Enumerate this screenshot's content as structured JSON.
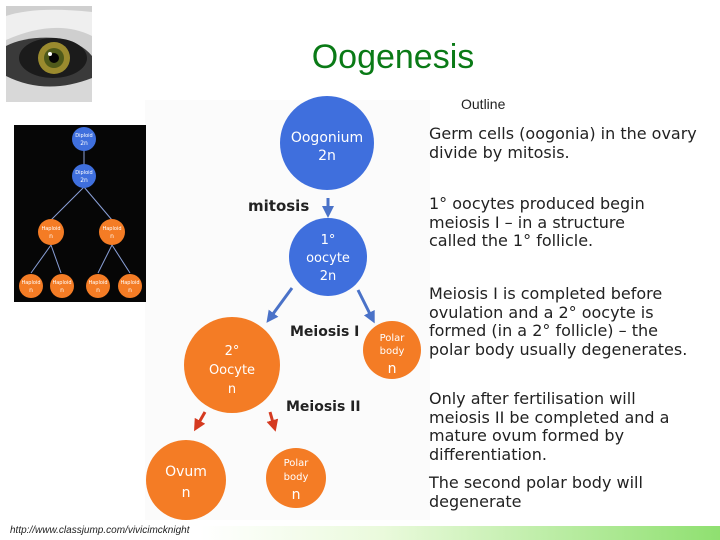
{
  "slide": {
    "title": "Oogenesis",
    "outline_label": "Outline",
    "footer_url": "http://www.classjump.com/vivicimcknight"
  },
  "small_tree": {
    "nodes": [
      {
        "label": "Diploid",
        "ploidy": "2n"
      },
      {
        "label": "Diploid",
        "ploidy": "2n"
      },
      {
        "label": "Haploid",
        "ploidy": "n"
      },
      {
        "label": "Haploid",
        "ploidy": "n"
      },
      {
        "label": "Haploid",
        "ploidy": "n"
      },
      {
        "label": "Haploid",
        "ploidy": "n"
      },
      {
        "label": "Haploid",
        "ploidy": "n"
      },
      {
        "label": "Haploid",
        "ploidy": "n"
      }
    ]
  },
  "diagram": {
    "oogonium": {
      "line1": "Oogonium",
      "line2": "2n"
    },
    "mitosis": "mitosis",
    "primary_oocyte": {
      "line1": "1°",
      "line2": "oocyte",
      "line3": "2n"
    },
    "meiosis1": "Meiosis I",
    "secondary_oocyte": {
      "line1": "2°",
      "line2": "Oocyte",
      "line3": "n"
    },
    "polar_body1": {
      "line1": "Polar",
      "line2": "body",
      "line3": "n"
    },
    "meiosis2": "Meiosis II",
    "ovum": {
      "line1": "Ovum",
      "line2": "n"
    },
    "polar_body2": {
      "line1": "Polar",
      "line2": "body",
      "line3": "n"
    }
  },
  "bullets": [
    {
      "lines": [
        "Germ cells (oogonia) in the ovary",
        "divide by mitosis."
      ]
    },
    {
      "lines": [
        "1° oocytes produced begin",
        "meiosis I – in a structure",
        "called the 1° follicle."
      ]
    },
    {
      "lines": [
        "Meiosis I is completed before",
        "ovulation and a 2° oocyte is",
        "formed (in a 2° follicle) – the",
        "polar body usually degenerates."
      ]
    },
    {
      "lines": [
        "Only after fertilisation will",
        "meiosis II be completed and a",
        "mature ovum formed by",
        "differentiation."
      ]
    },
    {
      "lines": [
        "The second polar body will",
        "degenerate"
      ]
    }
  ],
  "colors": {
    "title": "#0a7a16",
    "blue_cell": "#3f6fdd",
    "orange_cell": "#f47c25",
    "arrow_blue": "#4a72c8",
    "arrow_red": "#d53a20"
  }
}
